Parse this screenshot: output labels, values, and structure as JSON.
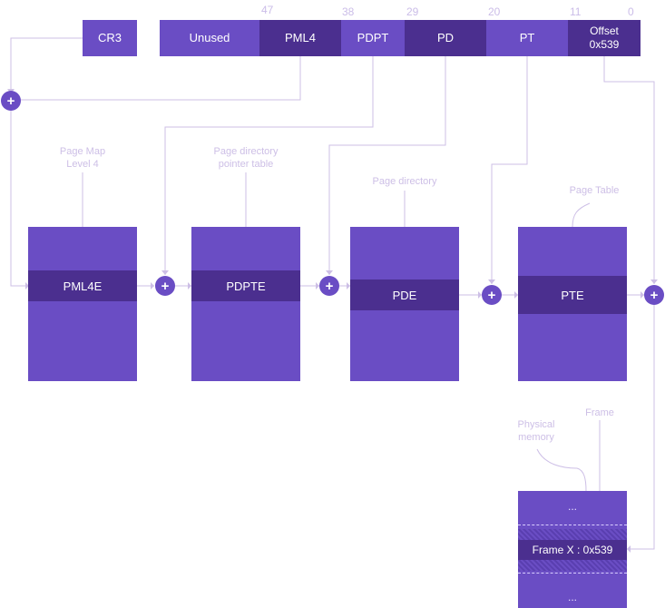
{
  "address": {
    "cr3": "CR3",
    "unused": "Unused",
    "pml4": "PML4",
    "pdpt": "PDPT",
    "pd": "PD",
    "pt": "PT",
    "offset_line1": "Offset",
    "offset_line2": "0x539"
  },
  "bit_positions": [
    "47",
    "38",
    "29",
    "20",
    "11",
    "0"
  ],
  "tables": {
    "pml4_caption": "Page Map\nLevel 4",
    "pml4_entry": "PML4E",
    "pdpt_caption": "Page directory\npointer table",
    "pdpt_entry": "PDPTE",
    "pd_caption": "Page directory",
    "pd_entry": "PDE",
    "pt_caption": "Page Table",
    "pt_entry": "PTE"
  },
  "memory": {
    "caption": "Physical\nmemory",
    "frame_caption": "Frame",
    "top_ellipsis": "...",
    "frame_entry": "Frame X : 0x539",
    "bottom_ellipsis": "..."
  },
  "adder_symbol": "+",
  "colors": {
    "box": "#6a4dc4",
    "entry": "#4b2f8f",
    "label": "#cdbfe6",
    "line": "#cdbfe6"
  }
}
